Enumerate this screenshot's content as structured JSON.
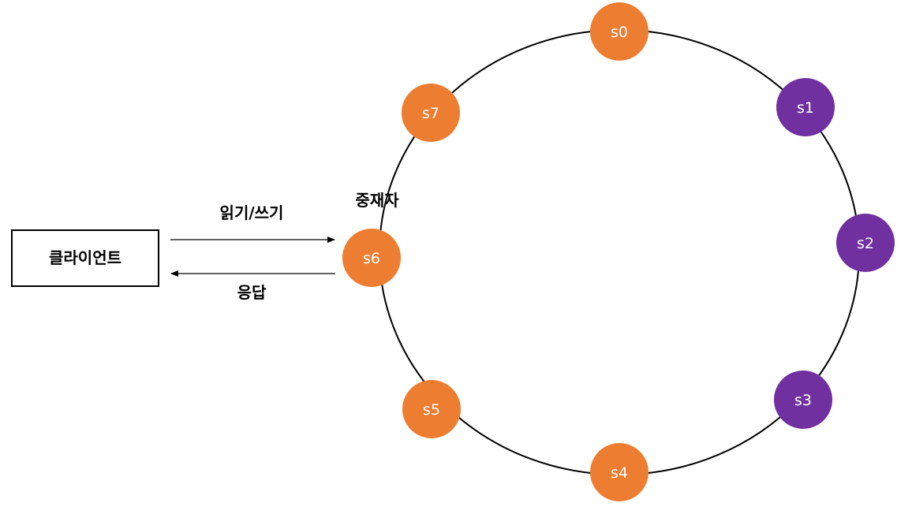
{
  "client": {
    "label": "클라이언트"
  },
  "arrows": {
    "request_label": "읽기/쓰기",
    "response_label": "응답"
  },
  "coordinator": {
    "label": "중재자"
  },
  "ring": {
    "nodes": [
      {
        "id": "s0",
        "label": "s0",
        "color": "#ed7d31"
      },
      {
        "id": "s1",
        "label": "s1",
        "color": "#7030a0"
      },
      {
        "id": "s2",
        "label": "s2",
        "color": "#7030a0"
      },
      {
        "id": "s3",
        "label": "s3",
        "color": "#7030a0"
      },
      {
        "id": "s4",
        "label": "s4",
        "color": "#ed7d31"
      },
      {
        "id": "s5",
        "label": "s5",
        "color": "#ed7d31"
      },
      {
        "id": "s6",
        "label": "s6",
        "color": "#ed7d31"
      },
      {
        "id": "s7",
        "label": "s7",
        "color": "#ed7d31"
      }
    ]
  }
}
